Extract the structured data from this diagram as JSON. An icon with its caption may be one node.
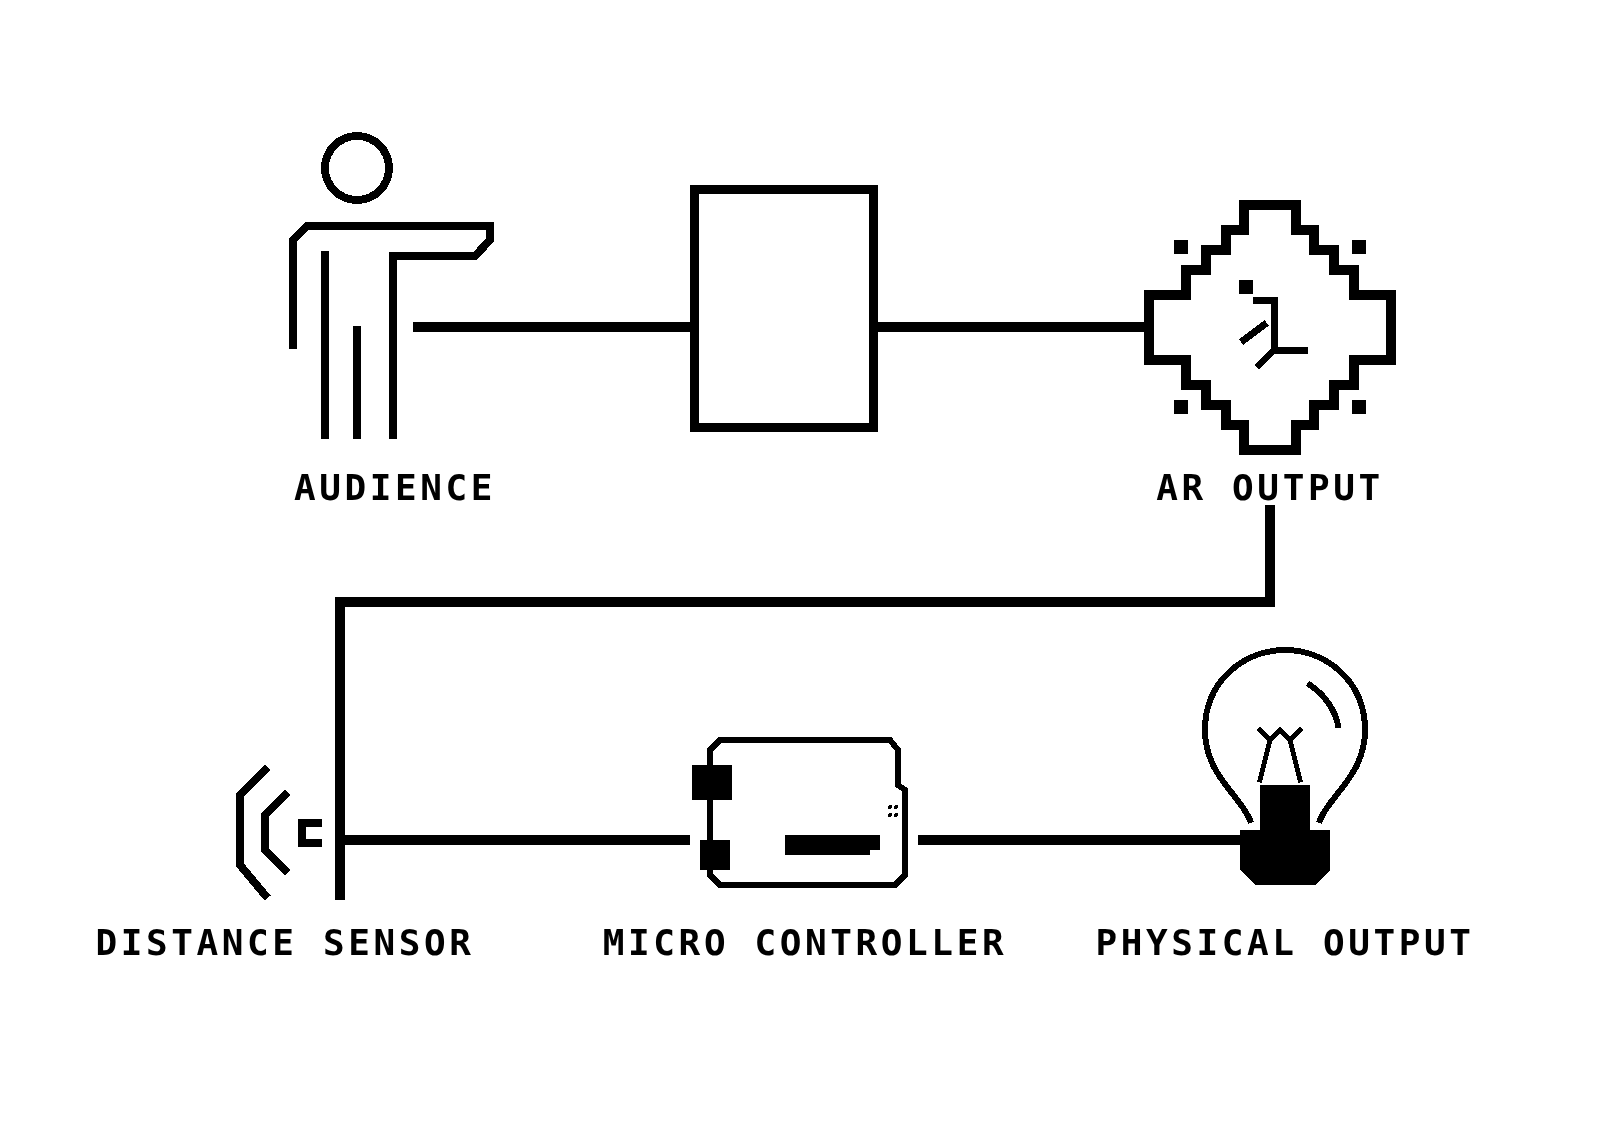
{
  "diagram": {
    "nodes": [
      {
        "text": [
          "AUDIENCE"
        ]
      },
      {
        "text": [],
        "shape": "box"
      },
      {
        "text": [
          "AR OUTPUT"
        ]
      },
      {
        "text": [
          "DISTANCE SENSOR"
        ]
      },
      {
        "text": [
          "MICRO CONTROLLER"
        ]
      },
      {
        "text": [
          "PHYSICAL OUTPUT"
        ]
      }
    ],
    "edges": [
      {
        "from": 0,
        "to": 1,
        "arrow": "none"
      },
      {
        "from": 1,
        "to": 2,
        "arrow": "none"
      },
      {
        "from": 2,
        "to": 3,
        "arrow": "none"
      },
      {
        "from": 3,
        "to": 4,
        "arrow": "none"
      },
      {
        "from": 4,
        "to": 5,
        "arrow": "none"
      }
    ]
  }
}
